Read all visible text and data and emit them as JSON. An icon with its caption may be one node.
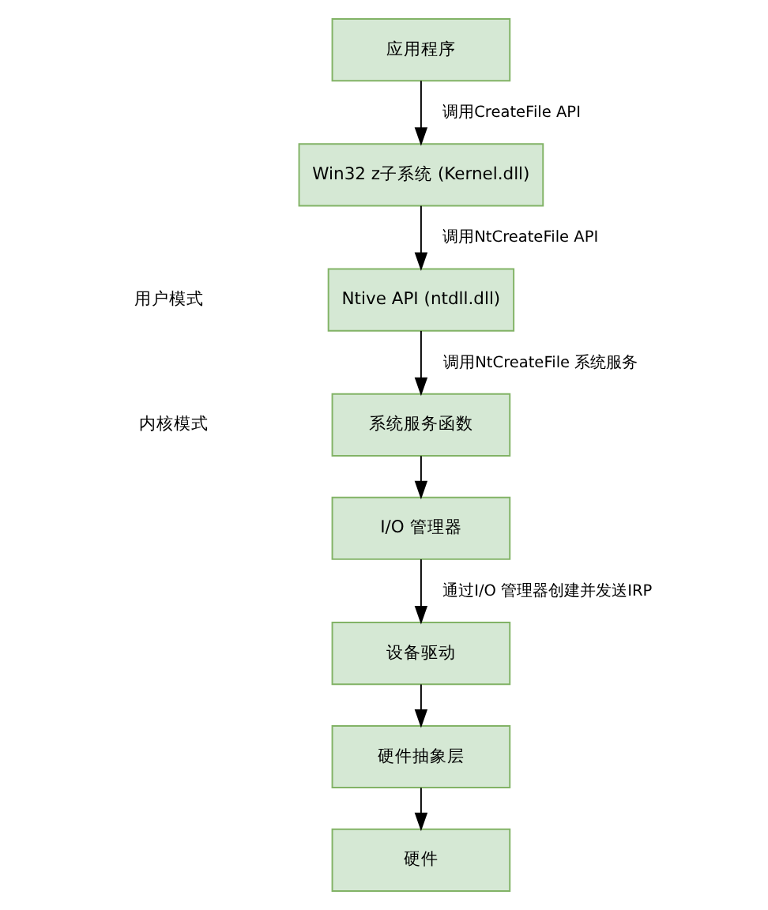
{
  "diagram": {
    "nodes": [
      {
        "text": [
          "应用程序"
        ]
      },
      {
        "text": [
          "Win32 z子系统 (Kernel.dll)"
        ]
      },
      {
        "text": [
          "Ntive API (ntdll.dll)"
        ]
      },
      {
        "text": [
          "系统服务函数"
        ]
      },
      {
        "text": [
          "I/O 管理器"
        ]
      },
      {
        "text": [
          "设备驱动"
        ]
      },
      {
        "text": [
          "硬件抽象层"
        ]
      },
      {
        "text": [
          "硬件"
        ]
      }
    ],
    "edges": [
      {
        "from": 0,
        "to": 1,
        "arrow": "to",
        "label": "调用CreateFile API"
      },
      {
        "from": 1,
        "to": 2,
        "arrow": "to",
        "label": "调用NtCreateFile API"
      },
      {
        "from": 2,
        "to": 3,
        "arrow": "to",
        "label": "调用NtCreateFile 系统服务"
      },
      {
        "from": 3,
        "to": 4,
        "arrow": "to"
      },
      {
        "from": 4,
        "to": 5,
        "arrow": "to",
        "label": "通过I/O 管理器创建并发送IRP"
      },
      {
        "from": 5,
        "to": 6,
        "arrow": "to"
      },
      {
        "from": 6,
        "to": 7,
        "arrow": "to"
      }
    ],
    "labels": [
      "用户模式",
      "内核模式"
    ]
  }
}
